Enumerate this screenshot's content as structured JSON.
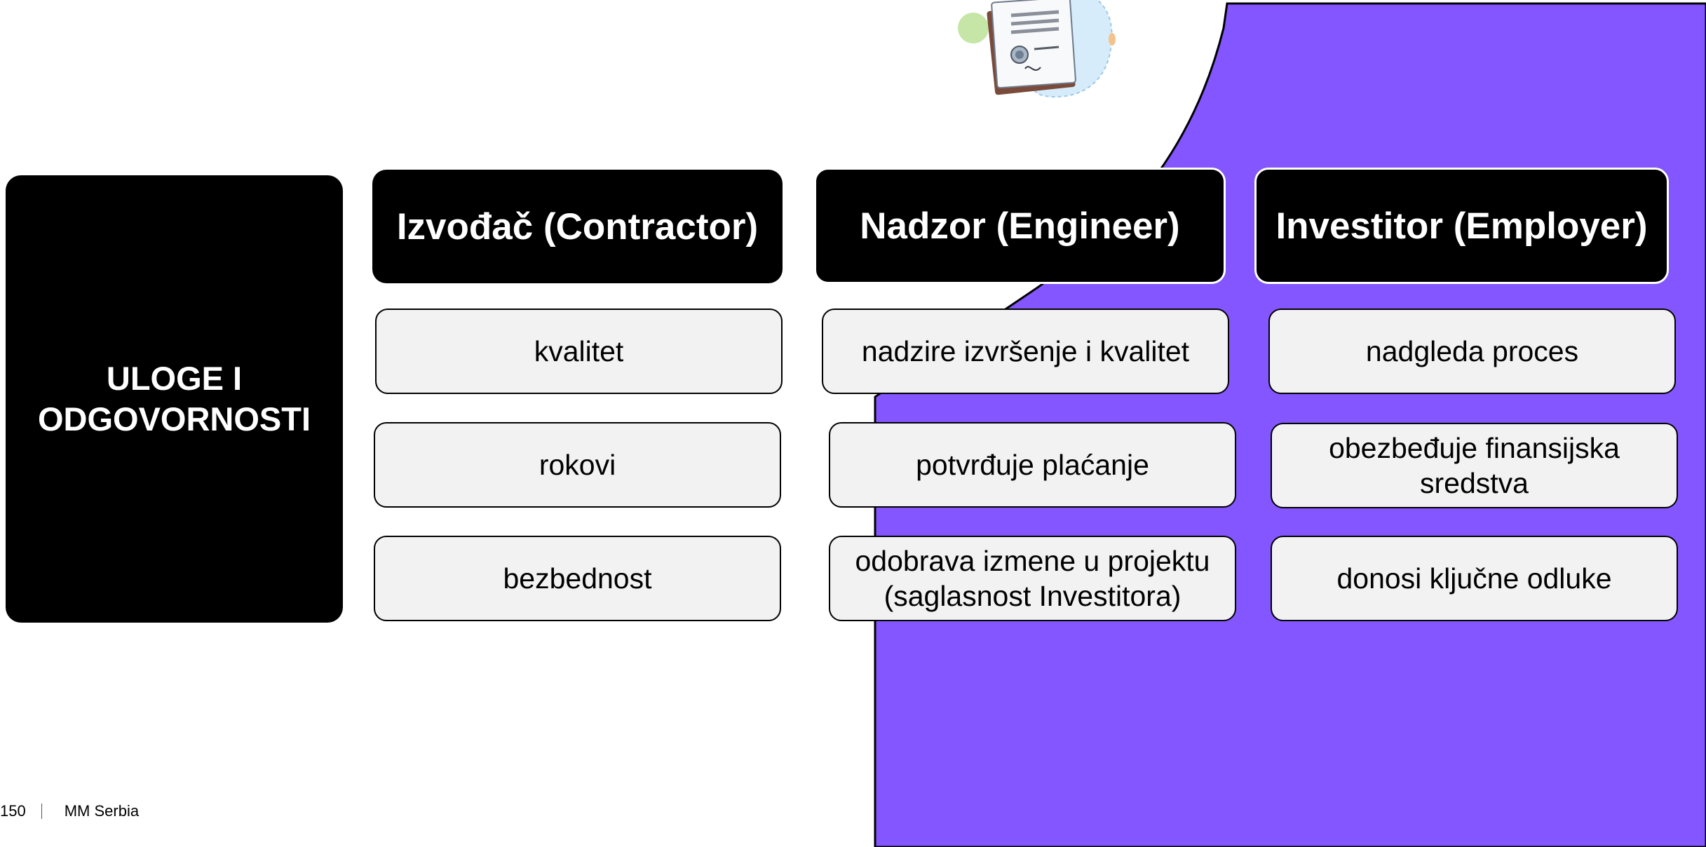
{
  "theme": {
    "accent": "#8356ff",
    "header_bg": "#000000",
    "cell_bg": "#f2f2f2"
  },
  "left_panel": {
    "title": "ULOGE I\nODGOVORNOSTI"
  },
  "columns": [
    {
      "header": "Izvođač (Contractor)",
      "items": [
        "kvalitet",
        "rokovi",
        "bezbednost"
      ]
    },
    {
      "header": "Nadzor (Engineer)",
      "items": [
        "nadzire izvršenje i kvalitet",
        "potvrđuje plaćanje",
        "odobrava izmene u projektu (saglasnost Investitora)"
      ]
    },
    {
      "header": "Investitor (Employer)",
      "items": [
        "nadgleda proces",
        "obezbeđuje finansijska sredstva",
        "donosi ključne odluke"
      ]
    }
  ],
  "footer": {
    "page_number": "150",
    "brand": "MM Serbia"
  },
  "illustration": {
    "icon": "certificate-document-icon"
  }
}
